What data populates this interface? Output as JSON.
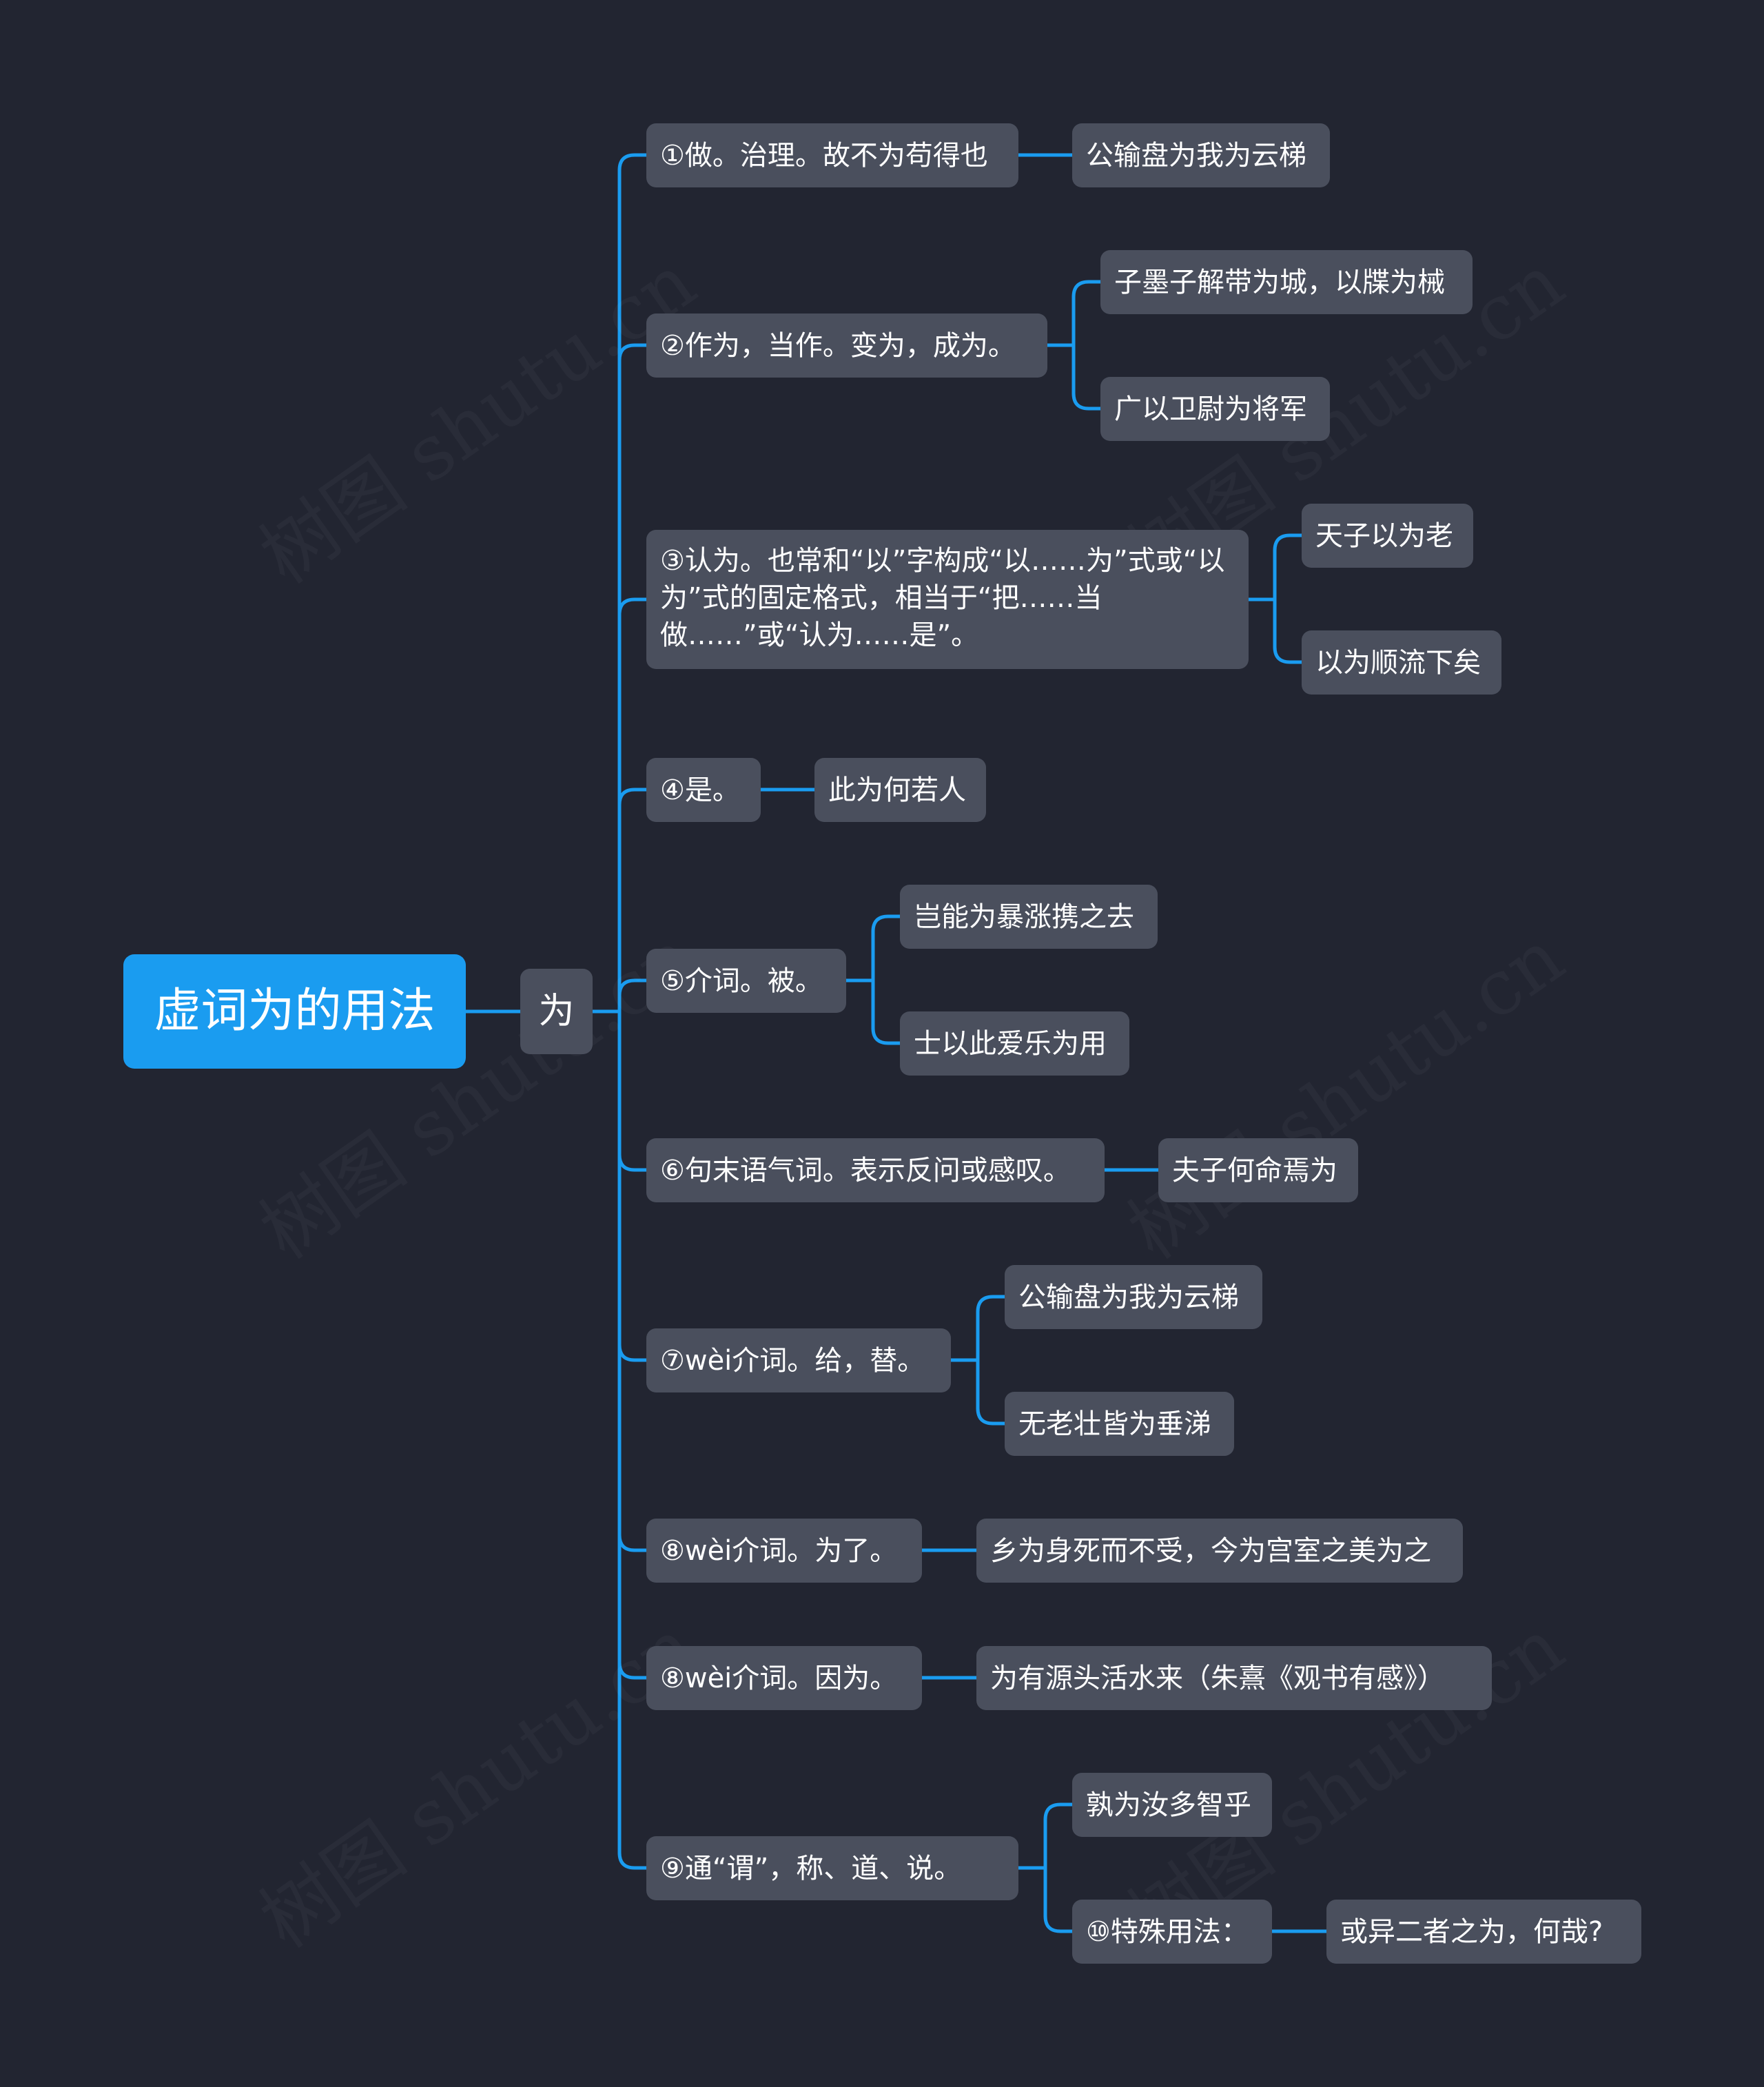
{
  "root": {
    "label": "虚词为的用法"
  },
  "hub": {
    "label": "为"
  },
  "branches": [
    {
      "label": "①做。治理。故不为苟得也",
      "children": [
        "公输盘为我为云梯"
      ]
    },
    {
      "label": "②作为，当作。变为，成为。",
      "children": [
        "子墨子解带为城，以牒为械",
        "广以卫尉为将军"
      ]
    },
    {
      "label": "③认为。也常和“以”字构成“以……为”式或“以为”式的固定格式，相当于“把……当做……”或“认为……是”。",
      "children": [
        "天子以为老",
        "以为顺流下矣"
      ]
    },
    {
      "label": "④是。",
      "children": [
        "此为何若人"
      ]
    },
    {
      "label": "⑤介词。被。",
      "children": [
        "岂能为暴涨携之去",
        "士以此爱乐为用"
      ]
    },
    {
      "label": "⑥句末语气词。表示反问或感叹。",
      "children": [
        "夫子何命焉为"
      ]
    },
    {
      "label": "⑦wèi介词。给，替。",
      "children": [
        "公输盘为我为云梯",
        "无老壮皆为垂涕"
      ]
    },
    {
      "label": "⑧wèi介词。为了。",
      "children": [
        "乡为身死而不受，今为宫室之美为之"
      ]
    },
    {
      "label": "⑧wèi介词。因为。",
      "children": [
        "为有源头活水来（朱熹《观书有感》）"
      ]
    },
    {
      "label": "⑨通“谓”，称、道、说。",
      "children": [
        "孰为汝多智乎",
        "⑩特殊用法："
      ]
    }
  ],
  "special": {
    "label": "或异二者之为，何哉?"
  },
  "watermark": "树图 shutu.cn",
  "colors": {
    "background": "#222531",
    "node": "#4a4f5d",
    "root": "#1a9cf0",
    "link": "#1a9cf0"
  }
}
